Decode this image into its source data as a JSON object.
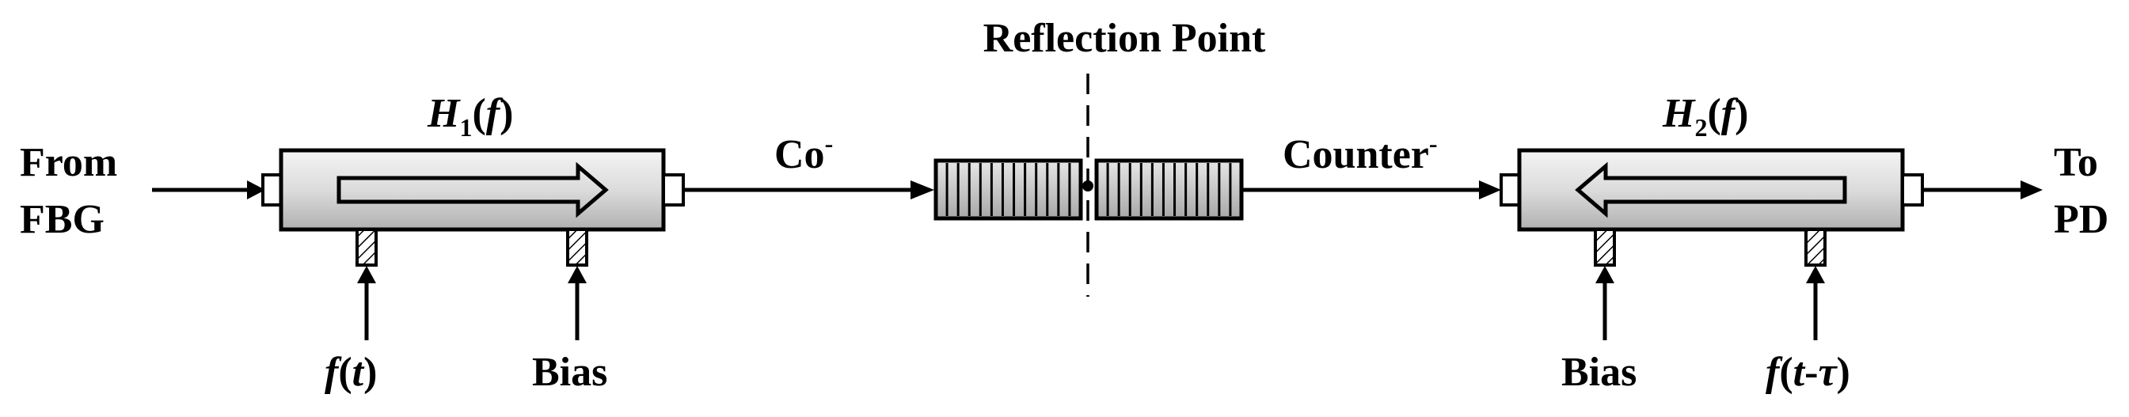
{
  "labels": {
    "input_line1": "From",
    "input_line2": "FBG",
    "output_line1": "To",
    "output_line2": "PD",
    "reflection_point": "Reflection Point",
    "co": "Co",
    "co_sup": "-",
    "counter": "Counter",
    "counter_sup": "-",
    "modulator1": {
      "H": "H",
      "sub": "1",
      "open": "(",
      "f": "f",
      "close": ")"
    },
    "modulator2": {
      "H": "H",
      "sub": "2",
      "open": "(",
      "f": "f",
      "close": ")"
    },
    "mod1_input": {
      "f": "f",
      "open": "(",
      "t": "t",
      "close": ")"
    },
    "mod1_bias": "Bias",
    "mod2_bias": "Bias",
    "mod2_input": {
      "f": "f",
      "open": "(",
      "t": "t",
      "dash": "-",
      "tau": "τ",
      "close": ")"
    }
  },
  "colors": {
    "stroke": "#000000",
    "modulator_fill_light": "#f4f4f4",
    "modulator_fill_dark": "#b8b8b8",
    "grating_fill": "#c8c8c8"
  }
}
